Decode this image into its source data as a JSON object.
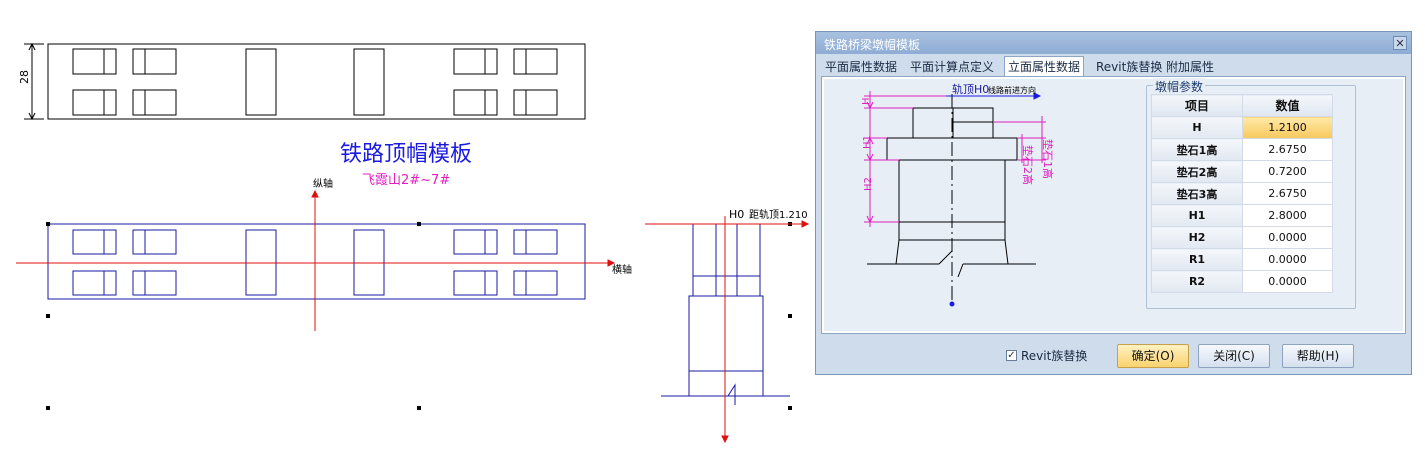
{
  "cad": {
    "title": "铁路顶帽模板",
    "subtitle": "飞霞山2#~7#",
    "dim_28": "28",
    "axis_y": "纵轴",
    "axis_x": "横轴",
    "h0_label": "H0",
    "rail_dist": "距轨顶1.210"
  },
  "dialog": {
    "title": "铁路桥梁墩帽模板",
    "close_glyph": "✕",
    "tabs": [
      "平面属性数据",
      "平面计算点定义",
      "立面属性数据",
      "Revit族替换",
      "附加属性"
    ],
    "active_tab": 2,
    "preview": {
      "rail_label": "轨顶H0",
      "dir_label": "线路前进方向",
      "H": "H",
      "H1": "H1",
      "H2": "H2",
      "pad1": "垫石1高",
      "pad2": "垫石2高"
    },
    "group_label": "墩帽参数",
    "table": {
      "headers": [
        "项目",
        "数值"
      ],
      "rows": [
        {
          "name": "H",
          "value": "1.2100"
        },
        {
          "name": "垫石1高",
          "value": "2.6750"
        },
        {
          "name": "垫石2高",
          "value": "0.7200"
        },
        {
          "name": "垫石3高",
          "value": "2.6750"
        },
        {
          "name": "H1",
          "value": "2.8000"
        },
        {
          "name": "H2",
          "value": "0.0000"
        },
        {
          "name": "R1",
          "value": "0.0000"
        },
        {
          "name": "R2",
          "value": "0.0000"
        }
      ]
    },
    "revit_checkbox_label": "Revit族替换",
    "revit_checked": true,
    "buttons": {
      "ok": "确定(O)",
      "close": "关闭(C)",
      "help": "帮助(H)"
    }
  }
}
